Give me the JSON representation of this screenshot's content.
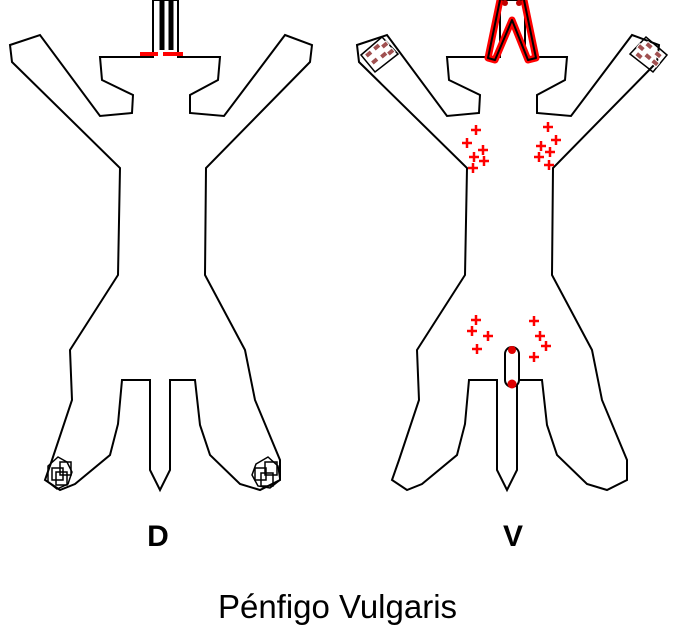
{
  "figure": {
    "title": "Pénfigo Vulgaris",
    "views": [
      {
        "id": "dorsal",
        "label": "D"
      },
      {
        "id": "ventral",
        "label": "V"
      }
    ]
  },
  "colors": {
    "outline": "#000000",
    "lesion": "#ff0000",
    "lesion_dark": "#c00000",
    "crust": "#a05050",
    "background": "#ffffff"
  }
}
